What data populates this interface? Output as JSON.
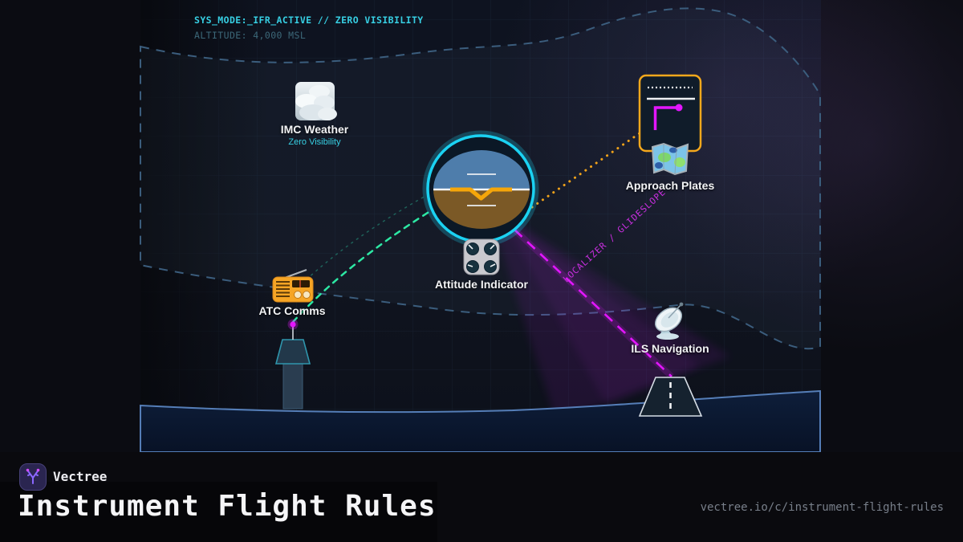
{
  "colors": {
    "accent-cyan": "#37cfe3",
    "text-dim": "#3c6879",
    "accent-green": "#2de8a4",
    "accent-amber": "#f5a60a",
    "accent-magenta": "#e316ff",
    "label-white": "#f2f3f5",
    "url-gray": "#787f8a"
  },
  "hud": {
    "line1": "SYS_MODE:_IFR_ACTIVE // ZERO VISIBILITY",
    "line2": "ALTITUDE: 4,000 MSL"
  },
  "nodes": {
    "imc": {
      "label": "IMC Weather",
      "sublabel": "Zero Visibility"
    },
    "atc": {
      "label": "ATC Comms"
    },
    "attitude": {
      "label": "Attitude Indicator"
    },
    "plates": {
      "label": "Approach Plates"
    },
    "ils": {
      "label": "ILS Navigation"
    }
  },
  "beam": {
    "label": "LOCALIZER / GLIDESLOPE"
  },
  "brand": {
    "name": "Vectree",
    "title": "Instrument Flight Rules",
    "url": "vectree.io/c/instrument-flight-rules"
  }
}
